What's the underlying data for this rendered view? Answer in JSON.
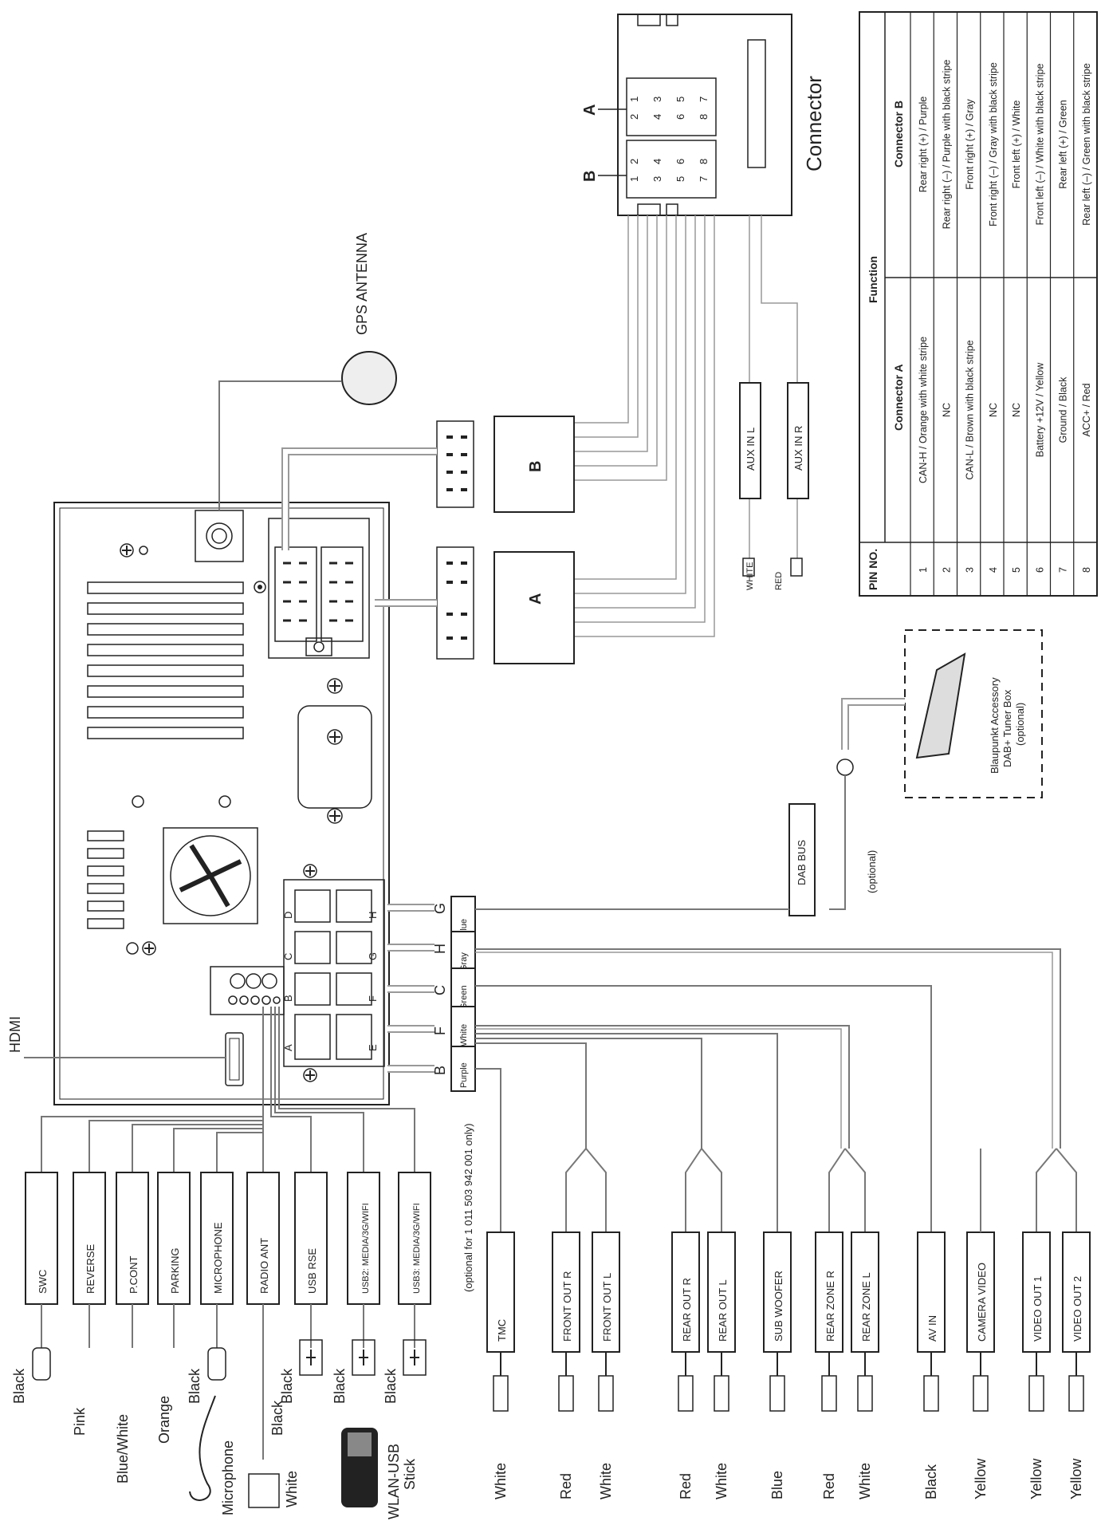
{
  "top_labels": {
    "gps": "GPS ANTENNA",
    "connector": "Connector",
    "conn_a": "A",
    "conn_b": "B",
    "hdmi": "HDMI",
    "aux_l": "AUX IN L",
    "aux_r": "AUX IN R",
    "aux_white": "WHITE",
    "aux_red": "RED",
    "dab_bus": "DAB BUS",
    "dab_optional": "(optional)",
    "dab_box": [
      "Blaupunkt Accessory",
      "DAB+ Tuner Box",
      "(optional)"
    ]
  },
  "connector_pins": {
    "a": [
      "1",
      "2",
      "3",
      "4",
      "5",
      "6",
      "7",
      "8"
    ],
    "b": [
      "1",
      "2",
      "3",
      "4",
      "5",
      "6",
      "7",
      "8"
    ]
  },
  "harness_ports": [
    {
      "letter": "G",
      "color": "Blue"
    },
    {
      "letter": "H",
      "color": "Gray"
    },
    {
      "letter": "C",
      "color": "Green"
    },
    {
      "letter": "F",
      "color": "White"
    },
    {
      "letter": "B",
      "color": "Purple"
    }
  ],
  "socket_letters": [
    "A",
    "B",
    "C",
    "D",
    "E",
    "F",
    "G",
    "H"
  ],
  "tmc_note": "(optional for 1 011 503 942 001 only)",
  "left_outputs": [
    {
      "box": "SWC",
      "color": "Black"
    },
    {
      "box": "REVERSE",
      "color": "Pink"
    },
    {
      "box": "P.CONT",
      "color": "Blue/White"
    },
    {
      "box": "PARKING",
      "color": "Orange"
    },
    {
      "box": "MICROPHONE",
      "color": "Black"
    },
    {
      "box": "RADIO ANT",
      "color": "Black"
    },
    {
      "box": "USB RSE",
      "color": "Black"
    },
    {
      "box": "USB2: MEDIA/3G/WIFI",
      "color": "Black"
    },
    {
      "box": "USB3: MEDIA/3G/WIFI",
      "color": "Black"
    }
  ],
  "left_extra": {
    "microphone": "Microphone",
    "radio_white": "White",
    "wlan": [
      "WLAN-USB",
      "Stick"
    ]
  },
  "right_outputs": [
    {
      "box": "TMC",
      "color": "White"
    },
    {
      "box": "FRONT OUT R",
      "color": "Red"
    },
    {
      "box": "FRONT OUT L",
      "color": "White"
    },
    {
      "box": "REAR OUT R",
      "color": "Red"
    },
    {
      "box": "REAR OUT L",
      "color": "White"
    },
    {
      "box": "SUB WOOFER",
      "color": "Blue"
    },
    {
      "box": "REAR ZONE R",
      "color": "Red"
    },
    {
      "box": "REAR ZONE L",
      "color": "White"
    },
    {
      "box": "AV IN",
      "color": "Black"
    },
    {
      "box": "CAMERA VIDEO",
      "color": "Yellow"
    },
    {
      "box": "VIDEO OUT 1",
      "color": "Yellow"
    },
    {
      "box": "VIDEO OUT 2",
      "color": "Yellow"
    }
  ],
  "pin_table": {
    "headers": {
      "pin": "PIN NO.",
      "function": "Function",
      "conn_a": "Connector A",
      "conn_b": "Connector B"
    },
    "rows": [
      {
        "pin": "1",
        "a": "CAN-H / Orange with white stripe",
        "b": "Rear right (+) / Purple"
      },
      {
        "pin": "2",
        "a": "NC",
        "b": "Rear right (–) / Purple with black stripe"
      },
      {
        "pin": "3",
        "a": "CAN-L / Brown with black stripe",
        "b": "Front right (+) / Gray"
      },
      {
        "pin": "4",
        "a": "NC",
        "b": "Front right (–) / Gray with black stripe"
      },
      {
        "pin": "5",
        "a": "NC",
        "b": "Front left (+) / White"
      },
      {
        "pin": "6",
        "a": "Battery +12V / Yellow",
        "b": "Front left (–) / White with black stripe"
      },
      {
        "pin": "7",
        "a": "Ground / Black",
        "b": "Rear left (+) / Green"
      },
      {
        "pin": "8",
        "a": "ACC+ / Red",
        "b": "Rear left (–) / Green with black stripe"
      }
    ]
  }
}
